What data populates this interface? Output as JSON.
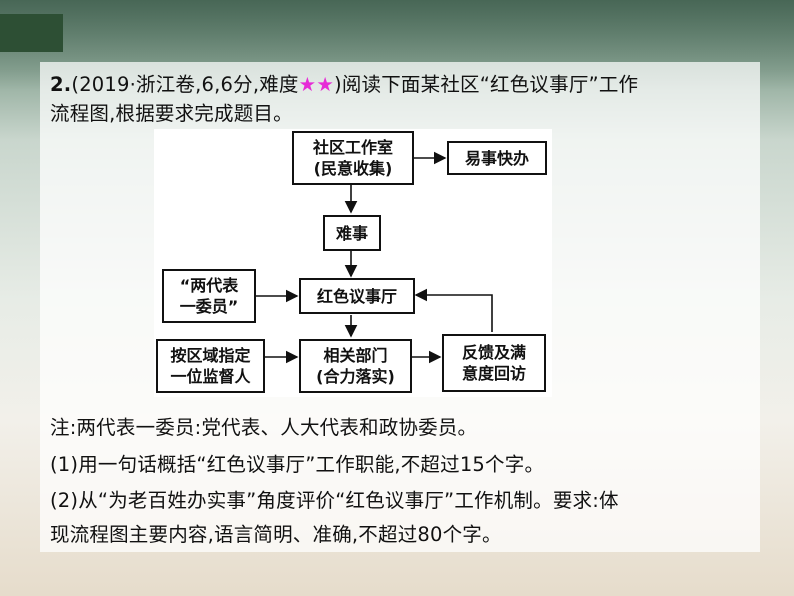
{
  "question": {
    "number": "2.",
    "source_open": "(2019·浙江卷,6,6分,难度",
    "stars": "★★",
    "line1_rest": ")阅读下面某社区“红色议事厅”工作",
    "line2": "流程图,根据要求完成题目。"
  },
  "flowchart": {
    "node_office_l1": "社区工作室",
    "node_office_l2": "(民意收集)",
    "node_easy": "易事快办",
    "node_hard": "难事",
    "node_reps_l1": "“两代表",
    "node_reps_l2": "一委员”",
    "node_hall": "红色议事厅",
    "node_supervisor_l1": "按区域指定",
    "node_supervisor_l2": "一位监督人",
    "node_depts_l1": "相关部门",
    "node_depts_l2": "(合力落实)",
    "node_feedback_l1": "反馈及满",
    "node_feedback_l2": "意度回访"
  },
  "notes": {
    "note": "注:两代表一委员:党代表、人大代表和政协委员。",
    "q1": "(1)用一句话概括“红色议事厅”工作职能,不超过15个字。",
    "q2_l1": "(2)从“为老百姓办实事”角度评价“红色议事厅”工作机制。要求:体",
    "q2_l2": "现流程图主要内容,语言简明、准确,不超过80个字。"
  },
  "colors": {
    "stars": "#e62bd6",
    "corner_block": "#2d4f34"
  }
}
